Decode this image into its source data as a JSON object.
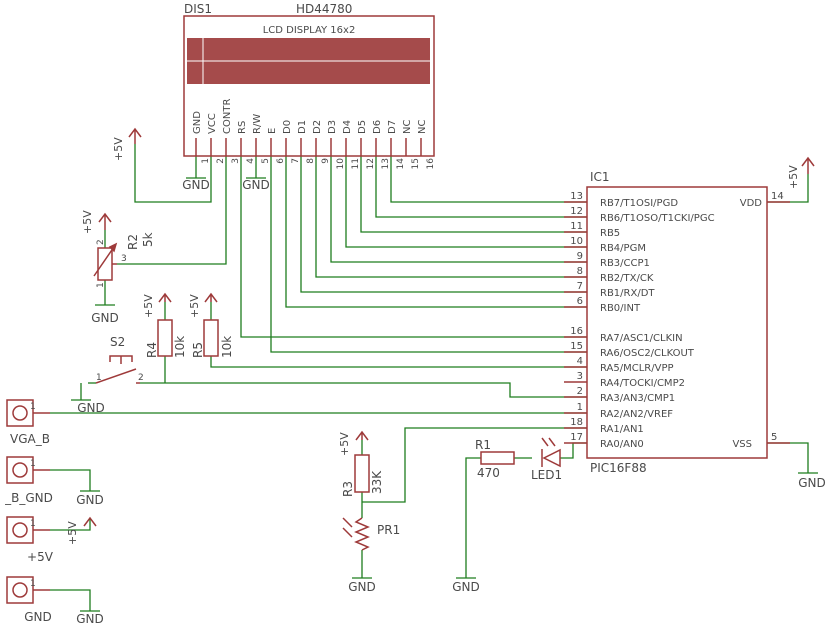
{
  "colors": {
    "wire": "#1e7d1e",
    "part": "#9e3a3a",
    "text": "#4a4a4a",
    "lcd_fill": "#a54b4b",
    "background": "#ffffff"
  },
  "lcd": {
    "name": "DIS1",
    "value": "HD44780",
    "screen_label": "LCD DISPLAY 16x2",
    "pin_names": [
      "GND",
      "VCC",
      "CONTR",
      "RS",
      "R/W",
      "E",
      "D0",
      "D1",
      "D2",
      "D3",
      "D4",
      "D5",
      "D6",
      "D7",
      "NC",
      "NC"
    ],
    "pin_numbers": [
      "1",
      "2",
      "3",
      "4",
      "5",
      "6",
      "7",
      "8",
      "9",
      "10",
      "11",
      "12",
      "13",
      "14",
      "15",
      "16"
    ]
  },
  "mcu": {
    "name": "IC1",
    "part": "PIC16F88",
    "left_pins": [
      {
        "num": "13",
        "name": "RB7/T1OSI/PGD"
      },
      {
        "num": "12",
        "name": "RB6/T1OSO/T1CKI/PGC"
      },
      {
        "num": "11",
        "name": "RB5"
      },
      {
        "num": "10",
        "name": "RB4/PGM"
      },
      {
        "num": "9",
        "name": "RB3/CCP1"
      },
      {
        "num": "8",
        "name": "RB2/TX/CK"
      },
      {
        "num": "7",
        "name": "RB1/RX/DT"
      },
      {
        "num": "6",
        "name": "RB0/INT"
      },
      {
        "num": "16",
        "name": "RA7/ASC1/CLKIN"
      },
      {
        "num": "15",
        "name": "RA6/OSC2/CLKOUT"
      },
      {
        "num": "4",
        "name": "RA5/MCLR/VPP"
      },
      {
        "num": "3",
        "name": "RA4/TOCKI/CMP2"
      },
      {
        "num": "2",
        "name": "RA3/AN3/CMP1"
      },
      {
        "num": "1",
        "name": "RA2/AN2/VREF"
      },
      {
        "num": "18",
        "name": "RA1/AN1"
      },
      {
        "num": "17",
        "name": "RA0/AN0"
      }
    ],
    "vdd": {
      "num": "14",
      "name": "VDD"
    },
    "vss": {
      "num": "5",
      "name": "VSS"
    }
  },
  "supply": {
    "plus5v": "+5V",
    "gnd": "GND"
  },
  "r2": {
    "name": "R2",
    "value": "5k",
    "pin1": "1",
    "pin2": "2",
    "pin3": "3"
  },
  "r4": {
    "name": "R4",
    "value": "10k"
  },
  "r5": {
    "name": "R5",
    "value": "10k"
  },
  "s2": {
    "name": "S2",
    "pin1": "1",
    "pin2": "2"
  },
  "r3": {
    "name": "R3",
    "value": "33K"
  },
  "pr1": {
    "name": "PR1"
  },
  "r1": {
    "name": "R1",
    "value": "470"
  },
  "led1": {
    "name": "LED1"
  },
  "connectors": [
    {
      "label": "VGA_B",
      "pin": "1"
    },
    {
      "label": "_B_GND",
      "pin": "1"
    },
    {
      "label": "+5V",
      "pin": "1"
    },
    {
      "label": "GND",
      "pin": "1"
    }
  ]
}
